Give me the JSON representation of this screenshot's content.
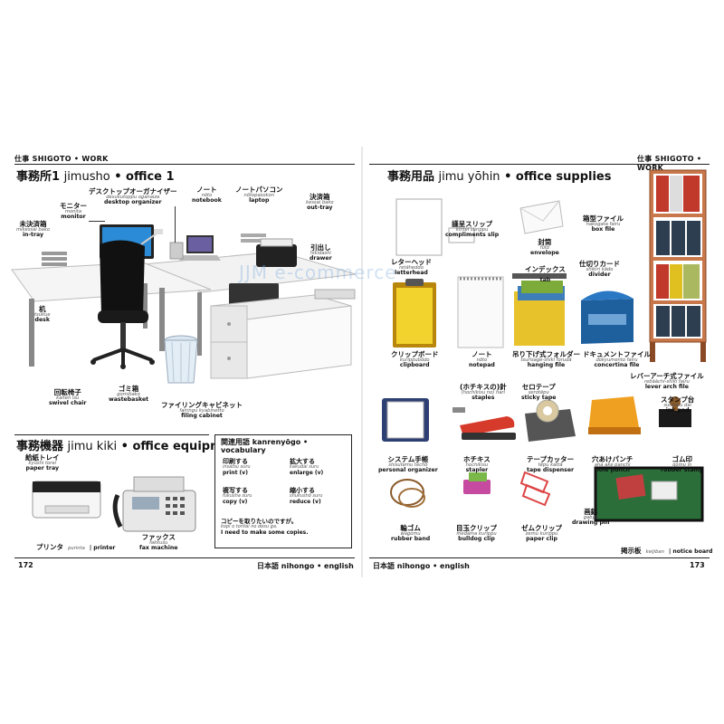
{
  "header_left": "仕事 SHIGOTO • WORK",
  "header_right": "仕事 SHIGOTO • WORK",
  "watermark": "JJM e-commerce",
  "office": {
    "title_jp": "事務所1",
    "title_romaji": "jimusho",
    "title_en": "• office 1",
    "labels": {
      "organizer": {
        "jp": "デスクトップオーガナイザー",
        "ro": "desukutoppu oganaiza",
        "en": "desktop organizer"
      },
      "monitor": {
        "jp": "モニター",
        "ro": "monita",
        "en": "monitor"
      },
      "notebook": {
        "jp": "ノート",
        "ro": "nōto",
        "en": "notebook"
      },
      "laptop": {
        "jp": "ノートパソコン",
        "ro": "nōtopasokon",
        "en": "laptop"
      },
      "outtray": {
        "jp": "決済箱",
        "ro": "kessai bako",
        "en": "out-tray"
      },
      "intray": {
        "jp": "未決済箱",
        "ro": "mikessai bako",
        "en": "in-tray"
      },
      "drawer": {
        "jp": "引出し",
        "ro": "hikidashi",
        "en": "drawer"
      },
      "desk": {
        "jp": "机",
        "ro": "tsukue",
        "en": "desk"
      },
      "chair": {
        "jp": "回転椅子",
        "ro": "kaiten isu",
        "en": "swivel chair"
      },
      "basket": {
        "jp": "ゴミ箱",
        "ro": "gomibako",
        "en": "wastebasket"
      },
      "cabinet": {
        "jp": "ファイリングキャビネット",
        "ro": "fairingu kyabinetto",
        "en": "filing cabinet"
      }
    }
  },
  "equipment": {
    "title_jp": "事務機器",
    "title_romaji": "jimu kiki",
    "title_en": "• office equipment",
    "paper_tray": {
      "jp": "給紙トレイ",
      "ro": "kyūshi torei",
      "en": "paper tray"
    },
    "printer": {
      "jp": "プリンタ",
      "ro": "purinta",
      "en": "printer"
    },
    "fax": {
      "jp": "ファックス",
      "ro": "fakkusu",
      "en": "fax machine"
    }
  },
  "vocabulary": {
    "title": "関連用語 kanrenyōgo • vocabulary",
    "items": [
      {
        "jp": "印刷する",
        "ro": "insatsu suru",
        "en": "print (v)"
      },
      {
        "jp": "拡大する",
        "ro": "kakudai suru",
        "en": "enlarge (v)"
      },
      {
        "jp": "複写する",
        "ro": "fukusha suru",
        "en": "copy (v)"
      },
      {
        "jp": "縮小する",
        "ro": "shukushō suru",
        "en": "reduce (v)"
      }
    ],
    "sentence_jp": "コピーを取りたいのですが。",
    "sentence_ro": "kopī o toritai no desu ga.",
    "sentence_en": "I need to make some copies."
  },
  "supplies": {
    "title_jp": "事務用品",
    "title_romaji": "jimu yōhin",
    "title_en": "• office supplies",
    "items": {
      "letterhead": {
        "jp": "レターヘッド",
        "ro": "retāheddo",
        "en": "letterhead"
      },
      "compliments": {
        "jp": "謹呈スリップ",
        "ro": "kintei surippu",
        "en": "compliments slip"
      },
      "envelope": {
        "jp": "封筒",
        "ro": "fūtō",
        "en": "envelope"
      },
      "boxfile": {
        "jp": "箱型ファイル",
        "ro": "hakogata fairu",
        "en": "box file"
      },
      "tab": {
        "jp": "インデックス",
        "ro": "indekkusu",
        "en": "tab"
      },
      "divider": {
        "jp": "仕切りカード",
        "ro": "shikiri kādo",
        "en": "divider"
      },
      "clipboard": {
        "jp": "クリップボード",
        "ro": "kurippubōdo",
        "en": "clipboard"
      },
      "notepad": {
        "jp": "ノート",
        "ro": "nōto",
        "en": "notepad"
      },
      "hanging": {
        "jp": "吊り下げ式フォルダー",
        "ro": "tsurisage-shiki forudā",
        "en": "hanging file"
      },
      "concertina": {
        "jp": "ドキュメントファイル",
        "ro": "dokyumento fairu",
        "en": "concertina file"
      },
      "leverarch": {
        "jp": "レバーアーチ式ファイル",
        "ro": "rebāāchi-shiki fairu",
        "en": "lever arch file"
      },
      "staples": {
        "jp": "(ホチキスの)針",
        "ro": "(hochikisu no) hari",
        "en": "staples"
      },
      "stickytape": {
        "jp": "セロテープ",
        "ro": "serotēpu",
        "en": "sticky tape"
      },
      "inkpad": {
        "jp": "スタンプ台",
        "ro": "sutanpu dai",
        "en": "ink pad"
      },
      "organizer": {
        "jp": "システム手帳",
        "ro": "shisutemu techō",
        "en": "personal organizer"
      },
      "stapler": {
        "jp": "ホチキス",
        "ro": "hochikisu",
        "en": "stapler"
      },
      "dispenser": {
        "jp": "テープカッター",
        "ro": "tēpu kattā",
        "en": "tape dispenser"
      },
      "holepunch": {
        "jp": "穴あけパンチ",
        "ro": "ana ake panchi",
        "en": "hole punch"
      },
      "stamp": {
        "jp": "ゴム印",
        "ro": "gomu in",
        "en": "rubber stamp"
      },
      "band": {
        "jp": "輪ゴム",
        "ro": "wagomu",
        "en": "rubber band"
      },
      "bulldog": {
        "jp": "目玉クリップ",
        "ro": "medama kurippu",
        "en": "bulldog clip"
      },
      "paperclip": {
        "jp": "ゼムクリップ",
        "ro": "zemu kurippu",
        "en": "paper clip"
      },
      "pin": {
        "jp": "画鋲",
        "ro": "gabyō",
        "en": "drawing pin"
      },
      "noticeboard_jp": "掲示板",
      "noticeboard_ro": "keijiban",
      "noticeboard_en": "| notice board"
    }
  },
  "footer": {
    "page_left": "172",
    "lang_left": "日本語 nihongo • english",
    "lang_right": "日本語 nihongo • english",
    "page_right": "173"
  }
}
